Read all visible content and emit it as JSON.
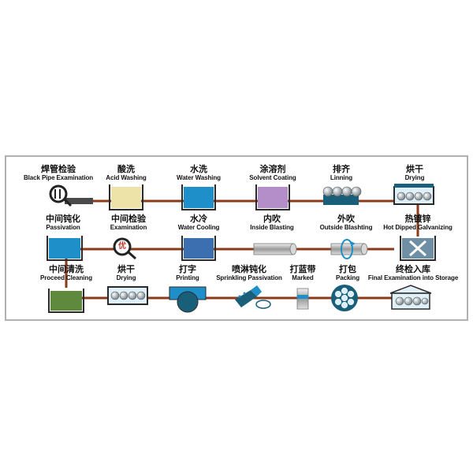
{
  "colors": {
    "pipe": "#8b3a1a",
    "blue": "#1e8fc8",
    "frame": "#2a2a2a",
    "cream": "#ede3a8",
    "purple": "#b48ec8",
    "green": "#5f8a3d",
    "teal": "#1a5f7a",
    "lightblue": "#dff0f8"
  },
  "steps": {
    "black_pipe": {
      "zh": "焊管检验",
      "en": "Black Pipe Examination"
    },
    "acid_washing": {
      "zh": "酸洗",
      "en": "Acid Washing"
    },
    "water_washing": {
      "zh": "水洗",
      "en": "Water Washing"
    },
    "solvent_coating": {
      "zh": "涂溶剂",
      "en": "Solvent Coating"
    },
    "linning": {
      "zh": "排齐",
      "en": "Linning"
    },
    "drying_top": {
      "zh": "烘干",
      "en": "Drying"
    },
    "passivation": {
      "zh": "中间钝化",
      "en": "Passivation"
    },
    "examination": {
      "zh": "中间检验",
      "en": "Examination",
      "badge": "优"
    },
    "water_cooling": {
      "zh": "水冷",
      "en": "Water Cooling"
    },
    "inside_blasting": {
      "zh": "内吹",
      "en": "Inside Blasting"
    },
    "outside_blasting": {
      "zh": "外吹",
      "en": "Outside Blashting"
    },
    "hot_dipped": {
      "zh": "热镀锌",
      "en": "Hot Dipped Galvanizing"
    },
    "proceed_cleaning": {
      "zh": "中间清洗",
      "en": "Proceed Cleaning"
    },
    "drying_bottom": {
      "zh": "烘干",
      "en": "Drying"
    },
    "printing": {
      "zh": "打字",
      "en": "Printing"
    },
    "sprinkling": {
      "zh": "喷淋钝化",
      "en": "Sprinkling Passivation"
    },
    "marked": {
      "zh": "打蓝带",
      "en": "Marked"
    },
    "packing": {
      "zh": "打包",
      "en": "Packing"
    },
    "final": {
      "zh": "终检入库",
      "en": "Final Examination into Storage"
    }
  }
}
